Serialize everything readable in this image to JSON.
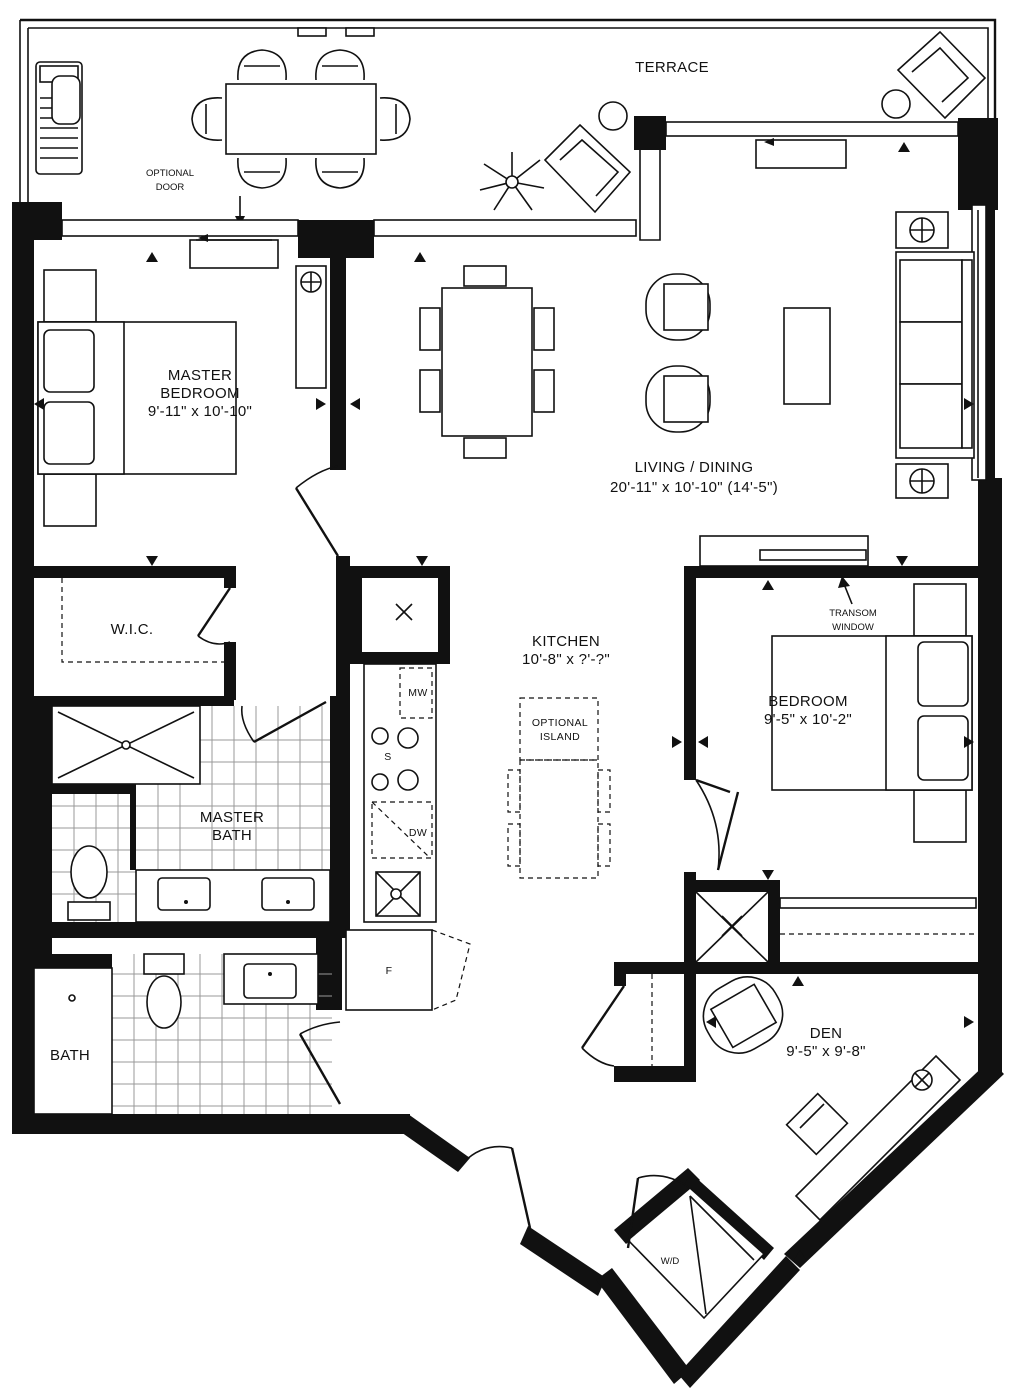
{
  "plan": {
    "terrace": "TERRACE",
    "optional_door": [
      "OPTIONAL",
      "DOOR"
    ],
    "master_bedroom": {
      "name": [
        "MASTER",
        "BEDROOM"
      ],
      "size": "9'-11\" x 10'-10\""
    },
    "living_dining": {
      "name": "LIVING / DINING",
      "size": "20'-11\" x 10'-10\" (14'-5\")"
    },
    "wic": "W.I.C.",
    "kitchen": {
      "name": "KITCHEN",
      "size": "10'-8\" x ?'-?\""
    },
    "optional_island": [
      "OPTIONAL",
      "ISLAND"
    ],
    "transom_window": [
      "TRANSOM",
      "WINDOW"
    ],
    "bedroom": {
      "name": "BEDROOM",
      "size": "9'-5\" x 10'-2\""
    },
    "master_bath": [
      "MASTER",
      "BATH"
    ],
    "appliance_mw": "MW",
    "appliance_s": "S",
    "appliance_dw": "DW",
    "appliance_f": "F",
    "bath": "BATH",
    "den": {
      "name": "DEN",
      "size": "9'-5\" x 9'-8\""
    },
    "wd": "W/D"
  }
}
